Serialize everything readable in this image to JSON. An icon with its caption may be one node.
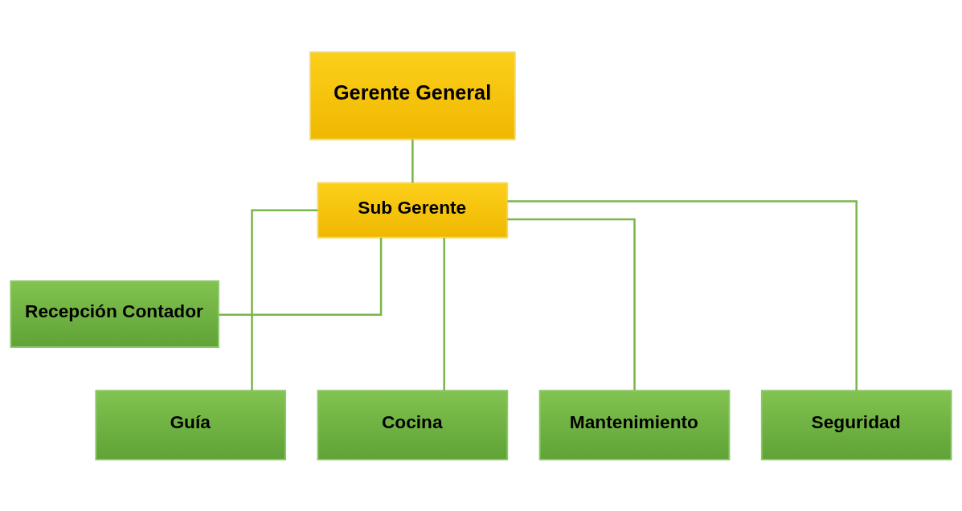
{
  "diagram": {
    "nodes": [
      {
        "text": [
          "Gerente General"
        ]
      },
      {
        "text": [
          "Sub Gerente"
        ]
      },
      {
        "text": [
          "Recepción Contador"
        ]
      },
      {
        "text": [
          "Guía"
        ]
      },
      {
        "text": [
          "Cocina"
        ]
      },
      {
        "text": [
          "Mantenimiento"
        ]
      },
      {
        "text": [
          "Seguridad"
        ]
      }
    ],
    "edges": [
      {
        "from": 0,
        "to": 1,
        "arrow": "none"
      },
      {
        "from": 1,
        "to": 2,
        "arrow": "none"
      },
      {
        "from": 1,
        "to": 3,
        "arrow": "none"
      },
      {
        "from": 1,
        "to": 4,
        "arrow": "none"
      },
      {
        "from": 1,
        "to": 5,
        "arrow": "none"
      },
      {
        "from": 1,
        "to": 6,
        "arrow": "none"
      }
    ]
  }
}
